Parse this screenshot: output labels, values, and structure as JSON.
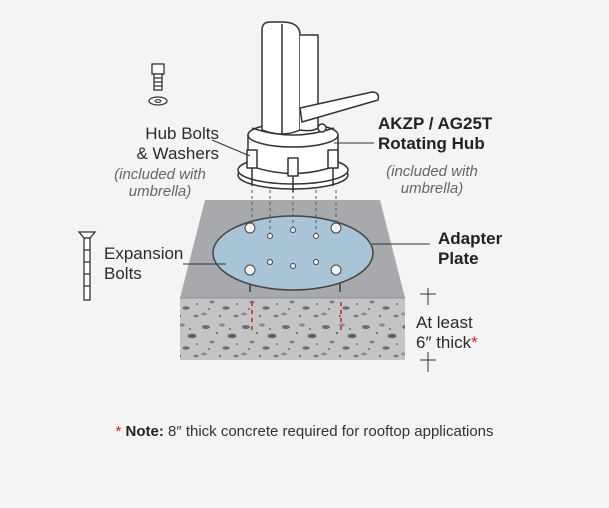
{
  "labels": {
    "hub_bolts_line1": "Hub Bolts",
    "hub_bolts_line2": "& Washers",
    "hub_bolts_note_line1": "(included with",
    "hub_bolts_note_line2": "umbrella)",
    "model_line1": "AKZP / AG25T",
    "model_line2": "Rotating Hub",
    "hub_note_line1": "(included with",
    "hub_note_line2": "umbrella)",
    "expansion_line1": "Expansion",
    "expansion_line2": "Bolts",
    "adapter_line1": "Adapter",
    "adapter_line2": "Plate",
    "thickness_line1": "At least",
    "thickness_line2": "6″ thick",
    "thickness_asterisk": "*"
  },
  "note": {
    "asterisk": "*",
    "label": "Note:",
    "text": " 8″ thick concrete required for rooftop applications"
  },
  "colors": {
    "background": "#f4f4f4",
    "concrete_top": "#a7a9ac",
    "concrete_side": "#bcbec0",
    "adapter_plate": "#a9c4d6",
    "accent_red": "#d9262b",
    "line": "#333333"
  }
}
